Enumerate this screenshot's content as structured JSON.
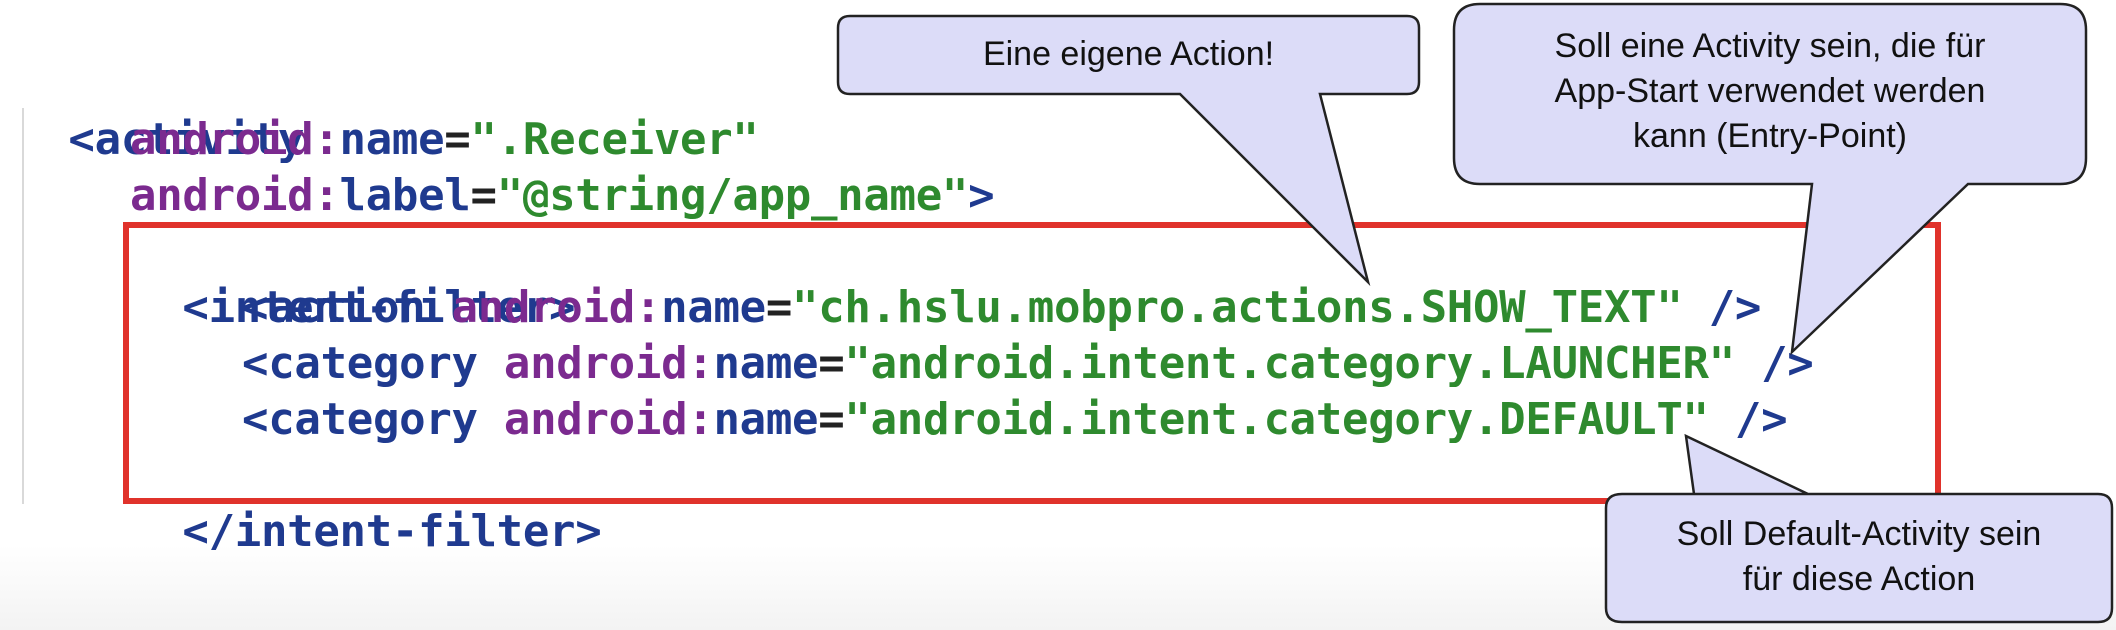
{
  "code": {
    "line1": {
      "tag": "<activity"
    },
    "line2": {
      "attr": "android:",
      "name": "name",
      "eq": "=",
      "value": "\".Receiver\""
    },
    "line3": {
      "attr": "android:",
      "name": "label",
      "eq": "=",
      "value": "\"@string/app_name\"",
      "close": ">"
    },
    "line4": {
      "tag": "<intent-filter>"
    },
    "line5": {
      "tag": "<action",
      "attr": "android:",
      "name": "name",
      "eq": "=",
      "value": "\"ch.hslu.mobpro.actions.SHOW_TEXT\"",
      "close": " />"
    },
    "line6": {
      "tag": "<category",
      "attr": "android:",
      "name": "name",
      "eq": "=",
      "value": "\"android.intent.category.LAUNCHER\"",
      "close": " />"
    },
    "line7": {
      "tag": "<category",
      "attr": "android:",
      "name": "name",
      "eq": "=",
      "value": "\"android.intent.category.DEFAULT\"",
      "close": " />"
    },
    "line8": {
      "tag": "</intent-filter>"
    }
  },
  "callouts": {
    "action": "Eine eigene Action!",
    "launcher_line1": "Soll eine Activity sein, die für",
    "launcher_line2": "App-Start verwendet werden",
    "launcher_line3": "kann (Entry-Point)",
    "default_line1": "Soll Default-Activity sein",
    "default_line2": "für diese Action"
  },
  "colors": {
    "tag": "#1f3a8f",
    "attribute": "#7b2a8f",
    "string": "#2e8a2e",
    "highlight_box": "#e0322b",
    "callout_fill": "#dcdcf8",
    "callout_stroke": "#222222"
  }
}
